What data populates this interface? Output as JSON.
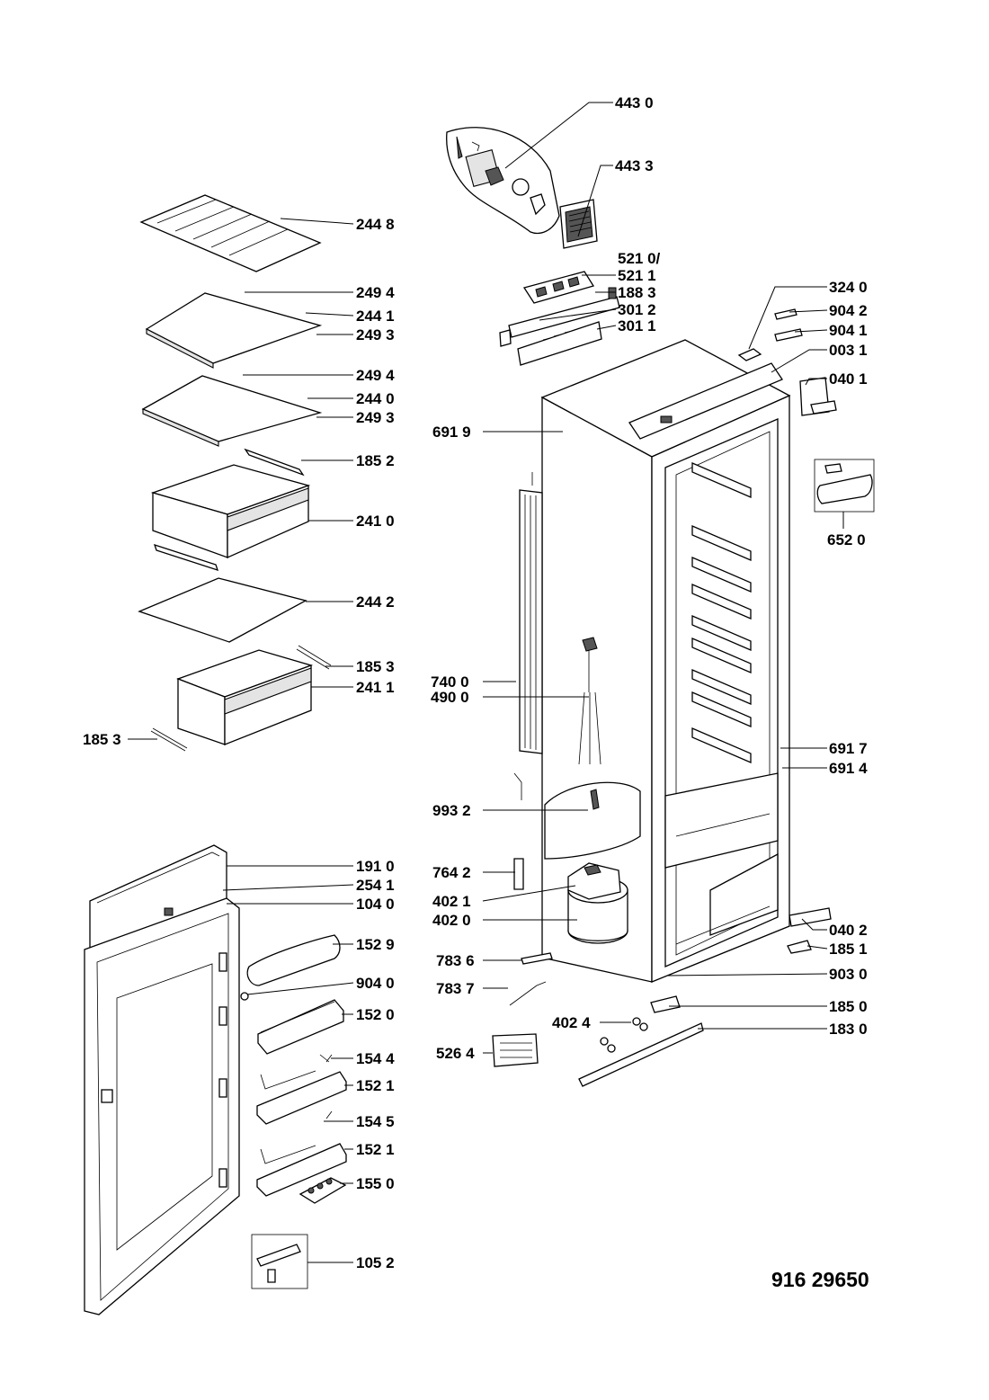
{
  "document_number": "916 29650",
  "parts": [
    {
      "code": "443 0"
    },
    {
      "code": "443 3"
    },
    {
      "code": "521 0/"
    },
    {
      "code": "521 1"
    },
    {
      "code": "188 3"
    },
    {
      "code": "301 2"
    },
    {
      "code": "301 1"
    },
    {
      "code": "324 0"
    },
    {
      "code": "904 2"
    },
    {
      "code": "904 1"
    },
    {
      "code": "003 1"
    },
    {
      "code": "040 1"
    },
    {
      "code": "691 9"
    },
    {
      "code": "652 0"
    },
    {
      "code": "244 8"
    },
    {
      "code": "249 4"
    },
    {
      "code": "244 1"
    },
    {
      "code": "249 3"
    },
    {
      "code": "249 4"
    },
    {
      "code": "244 0"
    },
    {
      "code": "249 3"
    },
    {
      "code": "185 2"
    },
    {
      "code": "241 0"
    },
    {
      "code": "244 2"
    },
    {
      "code": "185 3"
    },
    {
      "code": "241 1"
    },
    {
      "code": "185 3"
    },
    {
      "code": "740 0"
    },
    {
      "code": "490 0"
    },
    {
      "code": "691 7"
    },
    {
      "code": "691 4"
    },
    {
      "code": "993 2"
    },
    {
      "code": "764 2"
    },
    {
      "code": "402 1"
    },
    {
      "code": "402 0"
    },
    {
      "code": "040 2"
    },
    {
      "code": "185 1"
    },
    {
      "code": "903 0"
    },
    {
      "code": "783 6"
    },
    {
      "code": "783 7"
    },
    {
      "code": "185 0"
    },
    {
      "code": "402 4"
    },
    {
      "code": "183 0"
    },
    {
      "code": "526 4"
    },
    {
      "code": "191 0"
    },
    {
      "code": "254 1"
    },
    {
      "code": "104 0"
    },
    {
      "code": "152 9"
    },
    {
      "code": "904 0"
    },
    {
      "code": "152 0"
    },
    {
      "code": "154 4"
    },
    {
      "code": "152 1"
    },
    {
      "code": "154 5"
    },
    {
      "code": "152 1"
    },
    {
      "code": "155 0"
    },
    {
      "code": "105 2"
    }
  ]
}
